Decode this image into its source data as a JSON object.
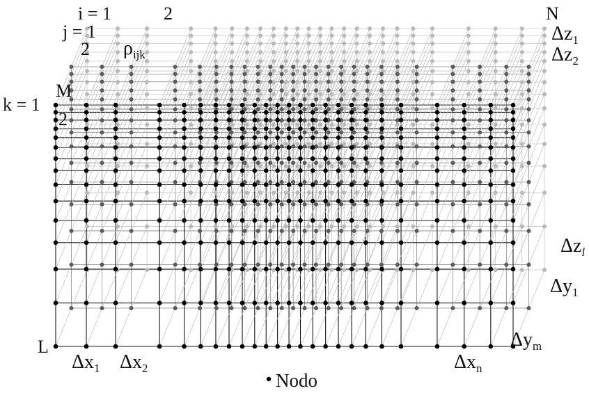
{
  "labels": {
    "i1": "i = 1",
    "i2": "2",
    "iN": "N",
    "j1": "j = 1",
    "j2": "2",
    "jM": "M",
    "k1": "k = 1",
    "k2": "2",
    "kL": "L",
    "rho": "ρ",
    "rho_sub": "ijk",
    "dz1": "Δz",
    "dz1_sub": "1",
    "dz2": "Δz",
    "dz2_sub": "2",
    "dzl": "Δz",
    "dzl_sub": "l",
    "dy1": "Δy",
    "dy1_sub": "1",
    "dym": "Δy",
    "dym_sub": "m",
    "dx1": "Δx",
    "dx1_sub": "1",
    "dx2": "Δx",
    "dx2_sub": "2",
    "dxn": "Δx",
    "dxn_sub": "n",
    "legend": "Nodo"
  },
  "colors": {
    "front": "#000000",
    "mid": "#5a5a5a",
    "back": "#b9b9b9"
  }
}
